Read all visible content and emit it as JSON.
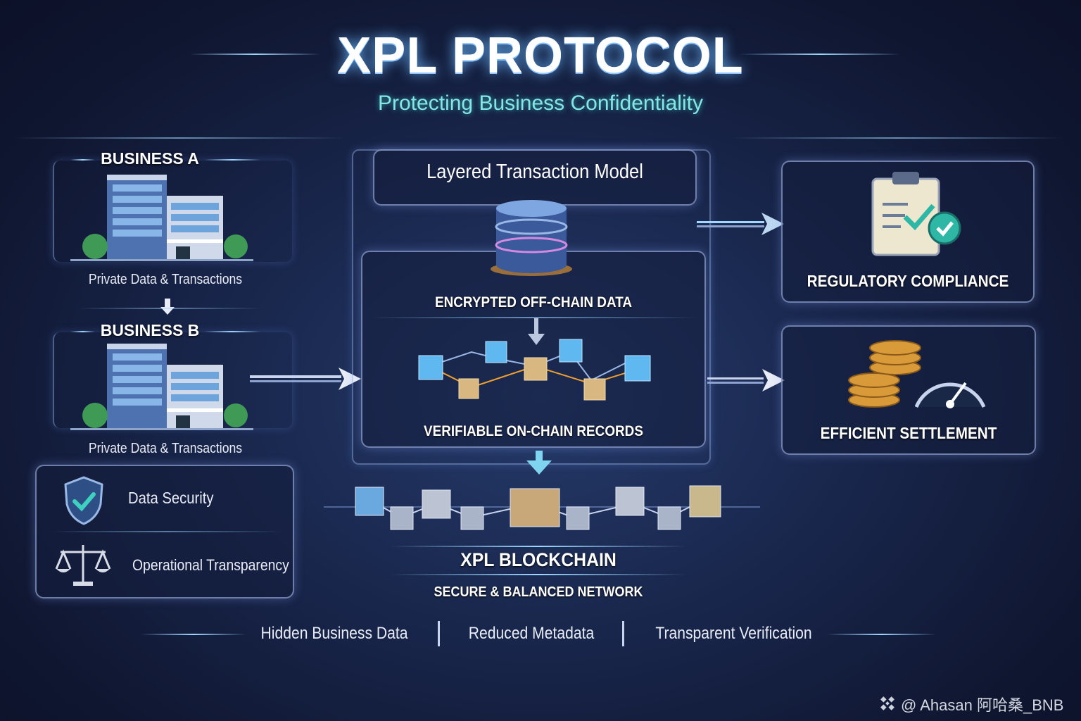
{
  "header": {
    "title": "XPL PROTOCOL",
    "subtitle": "Protecting Business Confidentiality"
  },
  "left": {
    "business_a": {
      "label": "BUSINESS A",
      "caption": "Private Data & Transactions"
    },
    "business_b": {
      "label": "BUSINESS B",
      "caption": "Private Data & Transactions"
    },
    "features": [
      {
        "icon": "shield-check-icon",
        "label": "Data Security"
      },
      {
        "icon": "scales-icon",
        "label": "Operational Transparency"
      }
    ]
  },
  "center": {
    "title": "Layered Transaction Model",
    "offchain": "ENCRYPTED OFF-CHAIN DATA",
    "onchain": "VERIFIABLE ON-CHAIN RECORDS",
    "blockchain": "XPL BLOCKCHAIN",
    "network": "SECURE & BALANCED NETWORK"
  },
  "right": {
    "compliance": {
      "icon": "clipboard-check-icon",
      "label": "REGULATORY COMPLIANCE"
    },
    "settlement": {
      "icon": "coins-gauge-icon",
      "label": "EFFICIENT SETTLEMENT"
    }
  },
  "footer": [
    "Hidden Business Data",
    "Reduced Metadata",
    "Transparent Verification"
  ],
  "watermark": "@ Ahasan 阿哈桑_BNB",
  "colors": {
    "accent": "#86e6e6",
    "background": "#18254a",
    "check": "#2fb7a6",
    "coin": "#d99a3a"
  }
}
